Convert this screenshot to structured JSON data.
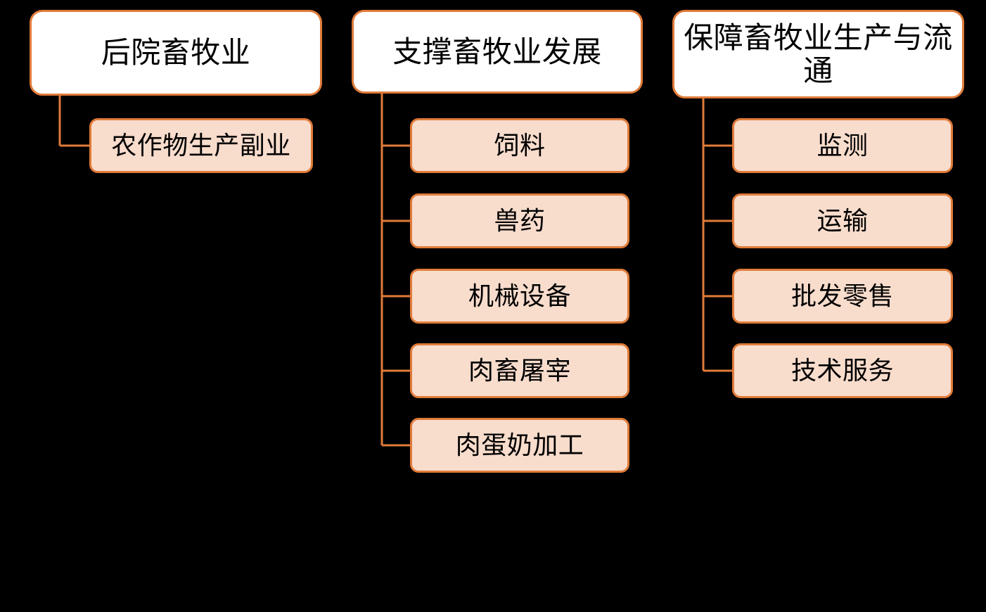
{
  "diagram": {
    "type": "org-tree",
    "title_text": "",
    "background_color": "#000000",
    "root_fill": "#FFFFFF",
    "leaf_fill": "#F8DCCC",
    "border_color": "#E07B39",
    "text_color": "#000000",
    "columns": [
      {
        "id": "col-1",
        "root": {
          "label": "后院畜牧业"
        },
        "children": [
          {
            "label": "农作物生产副业"
          }
        ]
      },
      {
        "id": "col-2",
        "root": {
          "label": "支撑畜牧业发展"
        },
        "children": [
          {
            "label": "饲料"
          },
          {
            "label": "兽药"
          },
          {
            "label": "机械设备"
          },
          {
            "label": "肉畜屠宰"
          },
          {
            "label": "肉蛋奶加工"
          }
        ]
      },
      {
        "id": "col-3",
        "root": {
          "label": "保障畜牧业生产与流通"
        },
        "children": [
          {
            "label": "监测"
          },
          {
            "label": "运输"
          },
          {
            "label": "批发零售"
          },
          {
            "label": "技术服务"
          }
        ]
      }
    ]
  }
}
